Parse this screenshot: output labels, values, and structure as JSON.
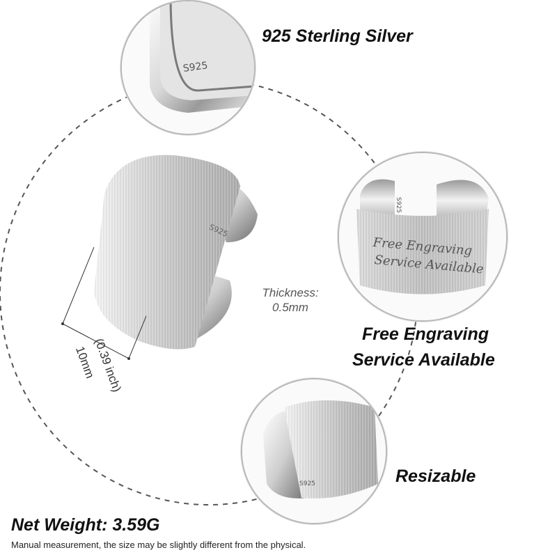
{
  "labels": {
    "material": "925 Sterling Silver",
    "engraving_line1": "Free Engraving",
    "engraving_line2": "Service Available",
    "resizable": "Resizable",
    "thickness_label": "Thickness:",
    "thickness_value": "0.5mm",
    "width_mm": "10mm",
    "width_inch": "(0.39 inch)",
    "net_weight": "Net Weight: 3.59G",
    "disclaimer": "Manual measurement, the size may be slightly different from the physical."
  },
  "ring_stamps": {
    "top_detail": "S925",
    "main_ring": "S925",
    "engraving_ring": "S925",
    "resizable_ring": "S925"
  },
  "engraving_sample": {
    "line1": "Free Engraving",
    "line2": "Service Available"
  },
  "colors": {
    "silver_light": "#f2f2f2",
    "silver_mid": "#c8c8c8",
    "silver_dark": "#8a8a8a",
    "outline": "#b8b8b8",
    "text": "#111111"
  }
}
